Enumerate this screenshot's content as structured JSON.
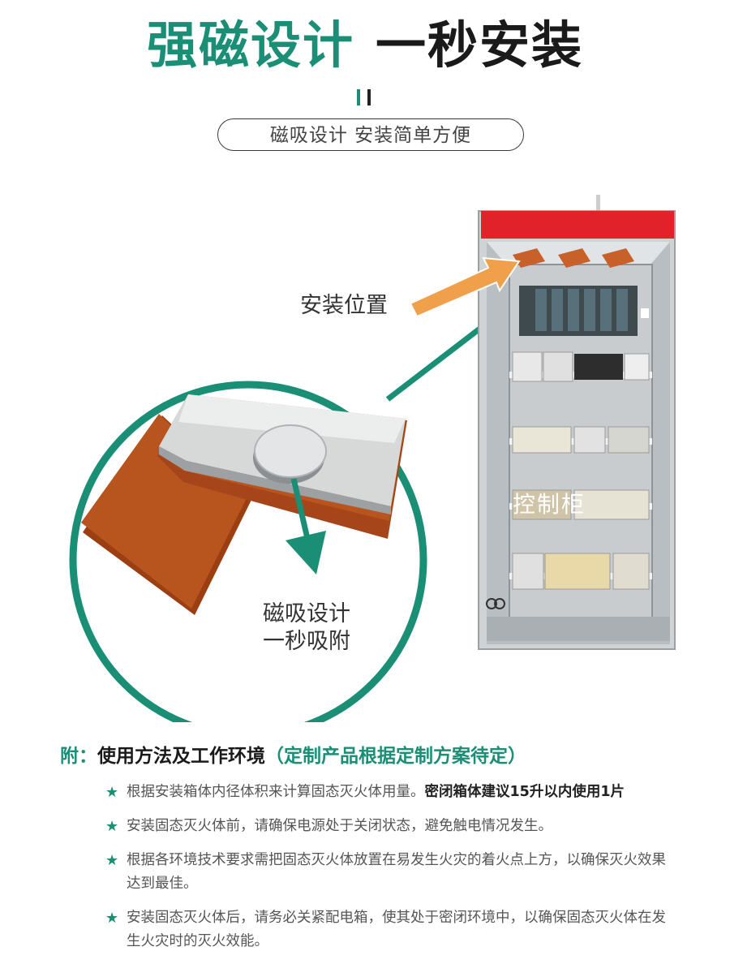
{
  "header": {
    "title_green": "强磁设计",
    "title_black": "一秒安装",
    "subtitle": "磁吸设计  安装简单方便"
  },
  "illustration": {
    "cabinet_label": "控制柜",
    "install_label": "安装位置",
    "magnet_label_line1": "磁吸设计",
    "magnet_label_line2": "一秒吸附"
  },
  "section": {
    "prefix": "附：",
    "title": "使用方法及工作环境",
    "note": "（定制产品根据定制方案待定）"
  },
  "notes": [
    {
      "icon": "star-icon",
      "text": "根据安装箱体内径体积来计算固态灭火体用量。",
      "strong": "密闭箱体建议15升以内使用1片"
    },
    {
      "icon": "star-icon",
      "text": "安装固态灭火体前，请确保电源处于关闭状态，避免触电情况发生。",
      "strong": ""
    },
    {
      "icon": "star-icon",
      "text": "根据各环境技术要求需把固态灭火体放置在易发生火灾的着火点上方，以确保灭火效果达到最佳。",
      "strong": ""
    },
    {
      "icon": "star-icon",
      "text": "安装固态灭火体后，请务必关紧配电箱，使其处于密闭环境中，以确保固态灭火体在发生火灾时的灭火效能。",
      "strong": ""
    }
  ],
  "colors": {
    "accent_green": "#1a8f76",
    "cabinet_red": "#e2222b",
    "arrow_orange": "#f0a04b",
    "pad_orange": "#b8541e"
  }
}
